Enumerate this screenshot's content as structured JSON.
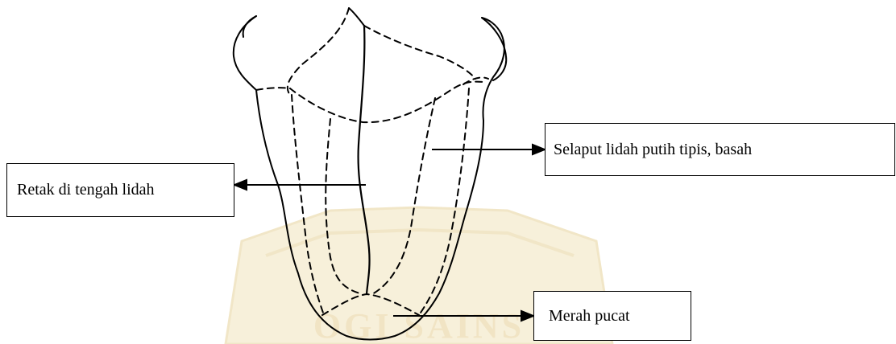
{
  "labels": {
    "selaput": "Selaput lidah putih tipis, basah",
    "retak": "Retak di tengah lidah",
    "merah": "Merah pucat"
  },
  "watermark": {
    "text": "OGI SAINS",
    "color": "#e9d39a"
  },
  "colors": {
    "ink": "#000000",
    "watermark_fill": "#ecdca8"
  }
}
